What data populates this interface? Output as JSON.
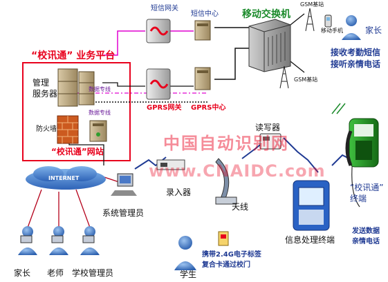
{
  "platform": {
    "title": "“校讯通” 业务平台"
  },
  "labels": {
    "sms_gateway": "短信网关",
    "sms_center": "短信中心",
    "mobile_switch": "移动交换机",
    "gsm_top": "GSM基站",
    "gsm_bottom": "GSM基站",
    "mobile_phone": "移动手机",
    "parent_top": "家长",
    "parent_desc1": "接收考勤短信",
    "parent_desc2": "接听亲情电话",
    "mgmt_server": "管理\n服务器",
    "data_line1": "数据专线",
    "data_line2": "数据专线",
    "firewall": "防火墙",
    "website": "“校讯通”网站",
    "gprs_gateway": "GPRS网关",
    "gprs_center": "GPRS中心",
    "internet": "INTERNET",
    "reader": "读写器",
    "recorder": "录入器",
    "sys_admin": "系统管理员",
    "antenna": "天线",
    "terminal": "“校讯通”\n终端",
    "terminal_desc1": "发送数据",
    "terminal_desc2": "亲情电话",
    "info_terminal": "信息处理终端",
    "parent_bottom": "家长",
    "teacher": "老师",
    "school_admin": "学校管理员",
    "student": "学生",
    "tag_desc1": "携带2.4G电子标签",
    "tag_desc2": "复合卡通过校门"
  },
  "watermark": {
    "line1": "中国自动识别网",
    "line2": "www.CNAIDC.com"
  },
  "colors": {
    "red": "#e8001c",
    "blue": "#1f3a93",
    "magenta": "#e000d0",
    "green": "#1a8a2a"
  }
}
